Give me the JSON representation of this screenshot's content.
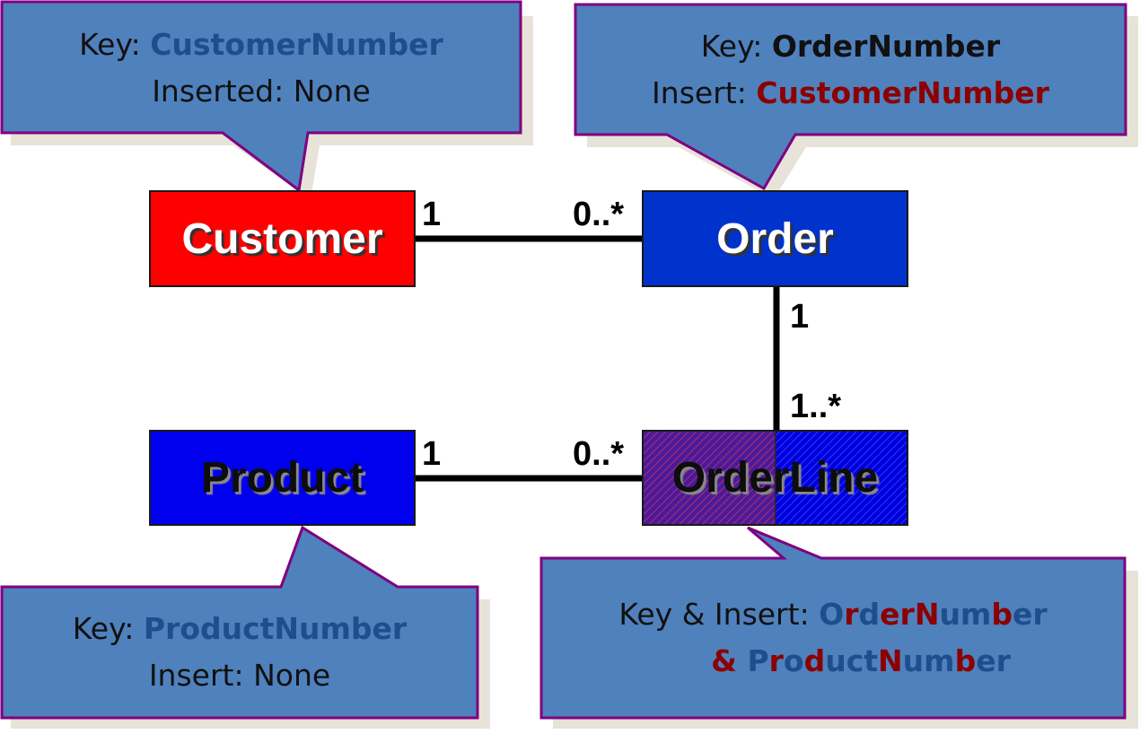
{
  "colors": {
    "callout_fill": "#4f81bd",
    "callout_border": "#7f007f",
    "callout_shadow": "#e7e3d8",
    "customer_fill": "#ff0000",
    "order_fill": "#0033cc",
    "product_fill": "#0000ee",
    "orderline_left": "#5a1a9a",
    "orderline_right": "#0000dd",
    "key_navy": "#1f4e8c",
    "insert_maroon": "#8b0000",
    "connector": "#000000"
  },
  "entities": {
    "customer": "Customer",
    "order": "Order",
    "product": "Product",
    "orderline": "OrderLine"
  },
  "multiplicities": {
    "customer_order_left": "1",
    "customer_order_right": "0..*",
    "order_orderline_top": "1",
    "order_orderline_bottom": "1..*",
    "product_orderline_left": "1",
    "product_orderline_right": "0..*"
  },
  "callouts": {
    "customer": {
      "key_label": "Key: ",
      "key_value": "CustomerNumber",
      "insert_label": "Inserted: ",
      "insert_value": "None"
    },
    "order": {
      "key_label": "Key: ",
      "key_value": "OrderNumber",
      "insert_label": "Insert: ",
      "insert_value": "CustomerNumber"
    },
    "product": {
      "key_label": "Key: ",
      "key_value": "ProductNumber",
      "insert_label": "Insert: ",
      "insert_value": "None"
    },
    "orderline": {
      "label": "Key & Insert: ",
      "line1_segments": [
        {
          "text": "O",
          "tone": "navy"
        },
        {
          "text": "r",
          "tone": "maroon"
        },
        {
          "text": "d",
          "tone": "navy"
        },
        {
          "text": "er",
          "tone": "maroon"
        },
        {
          "text": "N",
          "tone": "maroon"
        },
        {
          "text": "um",
          "tone": "navy"
        },
        {
          "text": "b",
          "tone": "maroon"
        },
        {
          "text": "er",
          "tone": "navy"
        }
      ],
      "line2_segments": [
        {
          "text": "& ",
          "tone": "maroon"
        },
        {
          "text": "P",
          "tone": "navy"
        },
        {
          "text": "r",
          "tone": "maroon"
        },
        {
          "text": "o",
          "tone": "navy"
        },
        {
          "text": "d",
          "tone": "maroon"
        },
        {
          "text": "uct",
          "tone": "navy"
        },
        {
          "text": "N",
          "tone": "maroon"
        },
        {
          "text": "um",
          "tone": "navy"
        },
        {
          "text": "b",
          "tone": "maroon"
        },
        {
          "text": "er",
          "tone": "navy"
        }
      ]
    }
  }
}
